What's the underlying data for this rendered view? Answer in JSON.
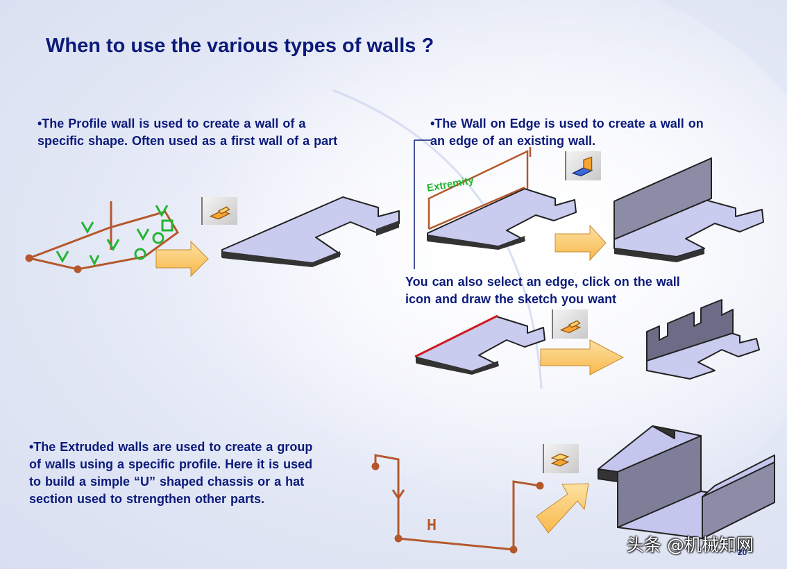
{
  "slide": {
    "title": "When to use the various types of walls ?",
    "sections": [
      {
        "text": "•The Profile wall  is used to create a wall  of a\nspecific shape.  Often used as a first wall  of a part"
      },
      {
        "text": "•The Wall on Edge is used to create a wall  on\nan edge of an existing wall."
      },
      {
        "text": "You  can also select an edge, click on the wall\nicon and draw the sketch you want"
      },
      {
        "text": "•The Extruded walls  are used to create a group\nof walls  using a specific profile.  Here it is used\nto build a simple “U” shaped chassis or a hat\nsection used to strengthen other parts."
      }
    ],
    "sketch_label": "Extremity",
    "page_number": "20"
  },
  "watermark": {
    "text": "头条 @机械知网"
  },
  "colors": {
    "title": "#0b1a7a",
    "plate": "#c9cbef",
    "arrow": "#fcc466",
    "sketch": "#b4582c",
    "constraint": "#22b531"
  }
}
